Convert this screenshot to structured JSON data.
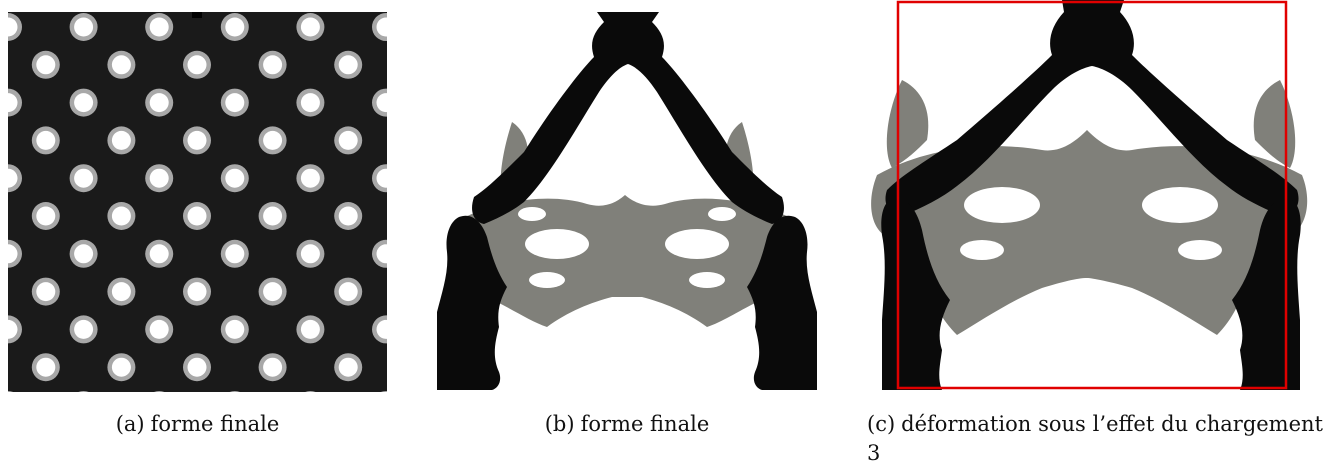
{
  "figure": {
    "subfigures": [
      {
        "id": "a",
        "label": "(a)",
        "caption": "forme finale"
      },
      {
        "id": "b",
        "label": "(b)",
        "caption": "forme finale"
      },
      {
        "id": "c",
        "label": "(c)",
        "caption": "déformation sous l’effet du chargement 3"
      }
    ],
    "colors": {
      "solid": "#0a0a0a",
      "background_solid": "#1a1a1a",
      "deformed_overlay": "#80807a",
      "hole_ring": "#a8a8a8",
      "hole": "#ffffff",
      "frame": "#e00000"
    }
  }
}
